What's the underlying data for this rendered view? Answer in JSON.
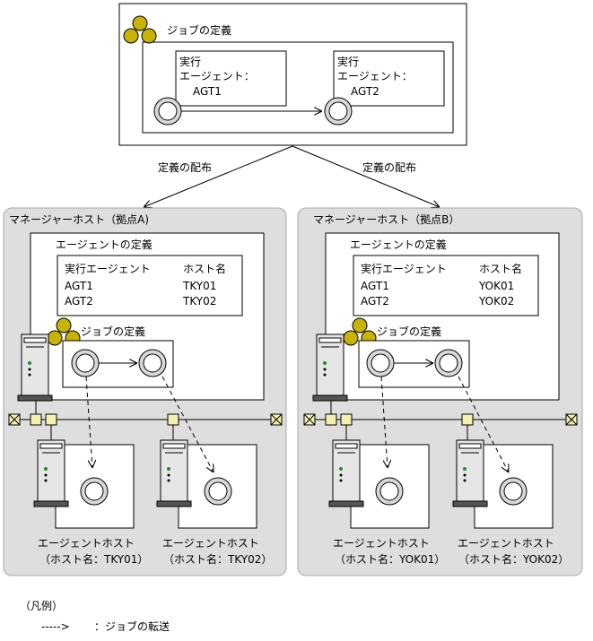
{
  "top": {
    "job_def_title": "ジョブの定義",
    "exec1": {
      "line1": "実行",
      "line2": "エージェント：",
      "line3": "AGT1"
    },
    "exec2": {
      "line1": "実行",
      "line2": "エージェント：",
      "line3": "AGT2"
    }
  },
  "distribute_label_left": "定義の配布",
  "distribute_label_right": "定義の配布",
  "sites": [
    {
      "title": "マネージャーホスト（拠点A)",
      "agent_def_title": "エージェントの定義",
      "col_agent": "実行エージェント",
      "col_host": "ホスト名",
      "rows": [
        {
          "agent": "AGT1",
          "host": "TKY01"
        },
        {
          "agent": "AGT2",
          "host": "TKY02"
        }
      ],
      "job_def_title": "ジョブの定義",
      "agent_host1": {
        "line1": "エージェントホスト",
        "line2": "（ホスト名：TKY01）"
      },
      "agent_host2": {
        "line1": "エージェントホスト",
        "line2": "（ホスト名：TKY02）"
      }
    },
    {
      "title": "マネージャーホスト（拠点B）",
      "agent_def_title": "エージェントの定義",
      "col_agent": "実行エージェント",
      "col_host": "ホスト名",
      "rows": [
        {
          "agent": "AGT1",
          "host": "YOK01"
        },
        {
          "agent": "AGT2",
          "host": "YOK02"
        }
      ],
      "job_def_title": "ジョブの定義",
      "agent_host1": {
        "line1": "エージェントホスト",
        "line2": "（ホスト名：YOK01）"
      },
      "agent_host2": {
        "line1": "エージェントホスト",
        "line2": "（ホスト名：YOK02）"
      }
    }
  ],
  "legend": {
    "title": "（凡例）",
    "arrow_text": "----->",
    "desc": "：ジョブの転送"
  }
}
